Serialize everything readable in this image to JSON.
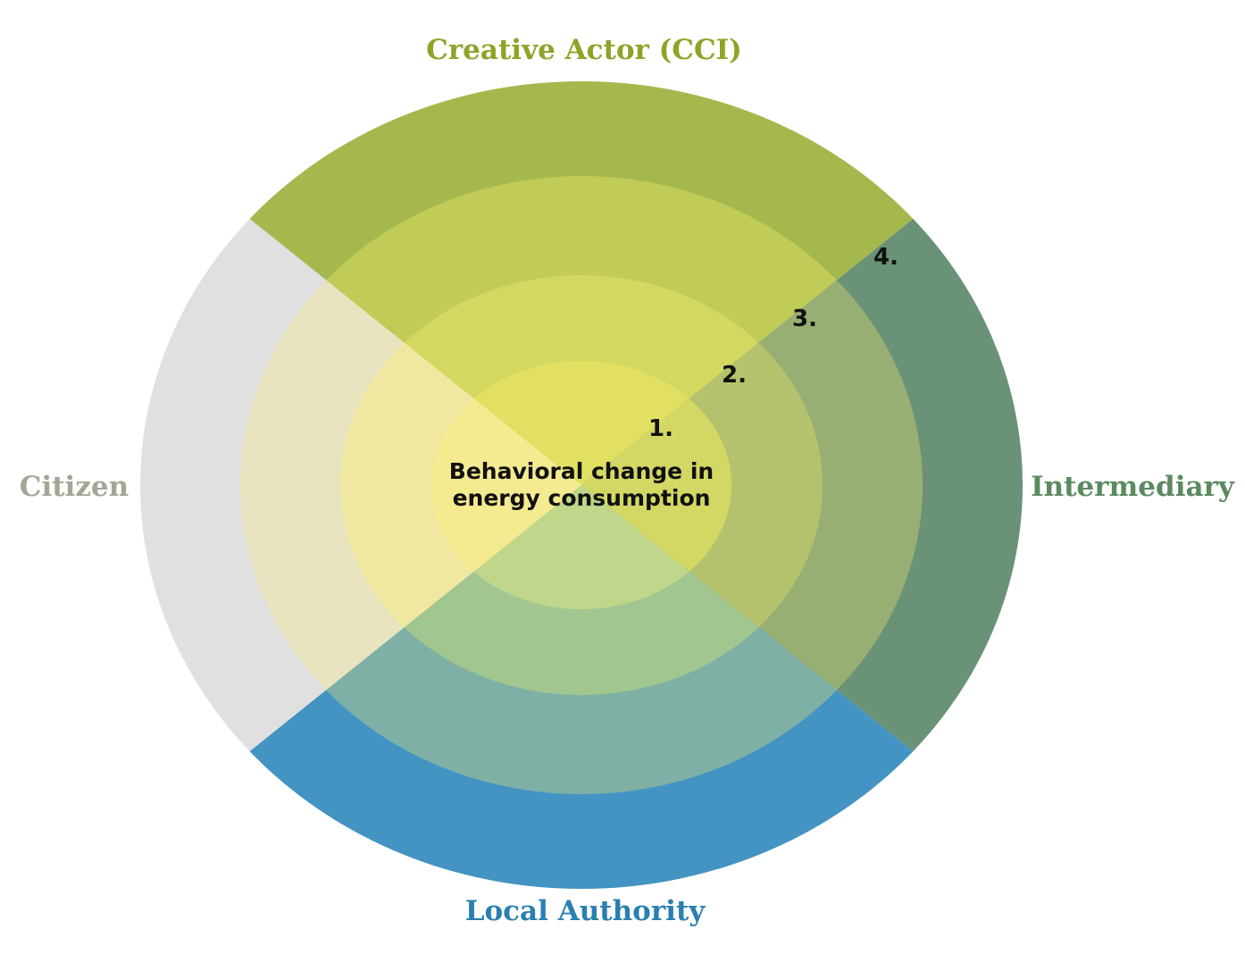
{
  "diagram": {
    "center_label_line1": "Behavioral change in",
    "center_label_line2": "energy consumption",
    "ring_labels": [
      "1.",
      "2.",
      "3.",
      "4."
    ],
    "quadrants": {
      "top": {
        "label": "Creative Actor (CCI)",
        "label_color": "#8fa328"
      },
      "right": {
        "label": "Intermediary",
        "label_color": "#5b8a60"
      },
      "bottom": {
        "label": "Local Authority",
        "label_color": "#2a7fb2"
      },
      "left": {
        "label": "Citizen",
        "label_color": "#a3a695"
      }
    },
    "colors": {
      "top_sector": [
        "#a5b84e",
        "#c0cb58",
        "#d3d960",
        "#e1e062"
      ],
      "right_sector": [
        "#6a9276",
        "#98af74",
        "#b5c26d",
        "#d3d864"
      ],
      "bottom_sector": [
        "#4394c2",
        "#7fb0a6",
        "#a2c68f",
        "#c0d68a"
      ],
      "left_sector": [
        "#e0e0e0",
        "#e8e4bf",
        "#f0e8a0",
        "#f4ea90"
      ]
    }
  }
}
